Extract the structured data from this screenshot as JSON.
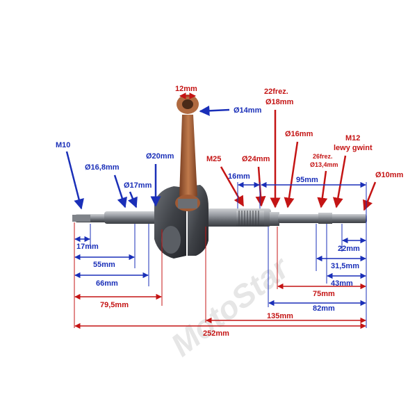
{
  "watermark": "MotoStar",
  "colors": {
    "red": "#c41414",
    "blue": "#1a2fb8",
    "steel": "#8a8d92",
    "rod": "#b06a40"
  },
  "callouts_blue": {
    "m10": "M10",
    "d16_8": "Ø16,8mm",
    "d17": "Ø17mm",
    "d20": "Ø20mm",
    "d14": "Ø14mm"
  },
  "callouts_red": {
    "w12": "12mm",
    "frez22": "22frez.",
    "d18": "Ø18mm",
    "d16": "Ø16mm",
    "m12": "M12",
    "lewy": "lewy gwint",
    "m25": "M25",
    "d24": "Ø24mm",
    "frez26": "26frez.",
    "d13_4": "Ø13,4mm",
    "d10": "Ø10mm"
  },
  "dims_blue": {
    "l16": "16mm",
    "l95": "95mm",
    "l17": "17mm",
    "l55": "55mm",
    "l66": "66mm",
    "l22": "22mm",
    "l31_5": "31,5mm",
    "l43": "43mm",
    "l82": "82mm"
  },
  "dims_red": {
    "l75": "75mm",
    "l79_5": "79,5mm",
    "l135": "135mm",
    "l252": "252mm"
  }
}
